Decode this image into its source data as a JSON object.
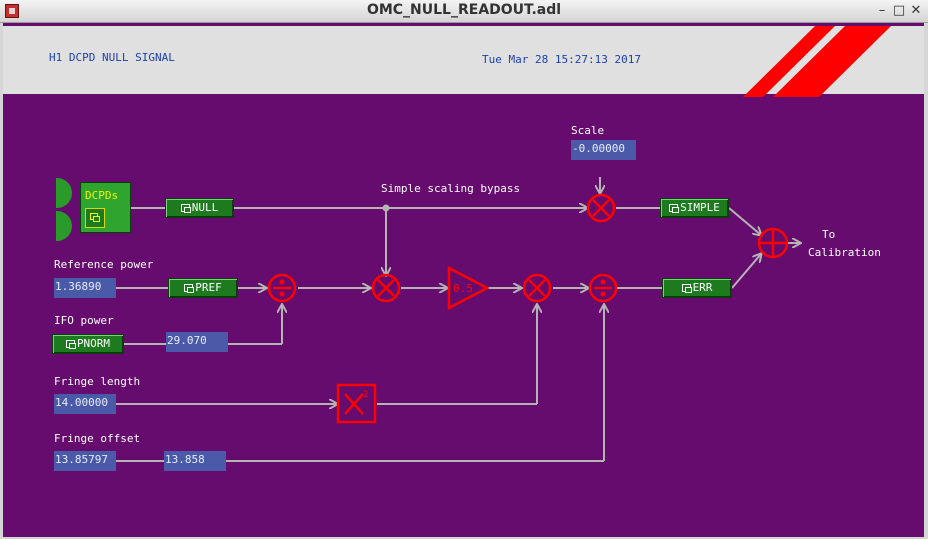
{
  "window": {
    "title": "OMC_NULL_READOUT.adl",
    "buttons": {
      "minimize": "–",
      "maximize": "□",
      "close": "✕"
    }
  },
  "header": {
    "title": "H1 DCPD NULL SIGNAL",
    "timestamp": "Tue Mar 28 15:27:13 2017",
    "stripe_color": "#ff0000"
  },
  "colors": {
    "background": "#650c6e",
    "wire": "#b4b4b4",
    "operator": "#ff0000",
    "button": "#1e7a1e",
    "field": "#4a5aa8"
  },
  "labels": {
    "scale": "Scale",
    "bypass": "Simple scaling bypass",
    "reference_power": "Reference power",
    "ifo_power": "IFO power",
    "fringe_length": "Fringe length",
    "fringe_offset": "Fringe offset",
    "to_calibration_1": "To",
    "to_calibration_2": "Calibration"
  },
  "fields": {
    "scale": "-0.00000",
    "reference_power": "1.36890",
    "ifo_power": "29.070",
    "fringe_length": "14.00000",
    "fringe_offset_input": "13.85797",
    "fringe_offset_readback": "13.858"
  },
  "buttons": {
    "dcpds": "DCPDs",
    "null": "NULL",
    "pref": "PREF",
    "pnorm": "PNORM",
    "simple": "SIMPLE",
    "err": "ERR"
  },
  "gain": {
    "value": "0.5"
  },
  "square": {
    "exponent": "2"
  },
  "icons": {
    "link": "related-display-icon",
    "multiply": "multiply-icon",
    "divide": "divide-icon",
    "sum": "sum-icon",
    "gain": "gain-triangle-icon",
    "square": "square-icon",
    "photodiode": "photodiode-icon"
  }
}
